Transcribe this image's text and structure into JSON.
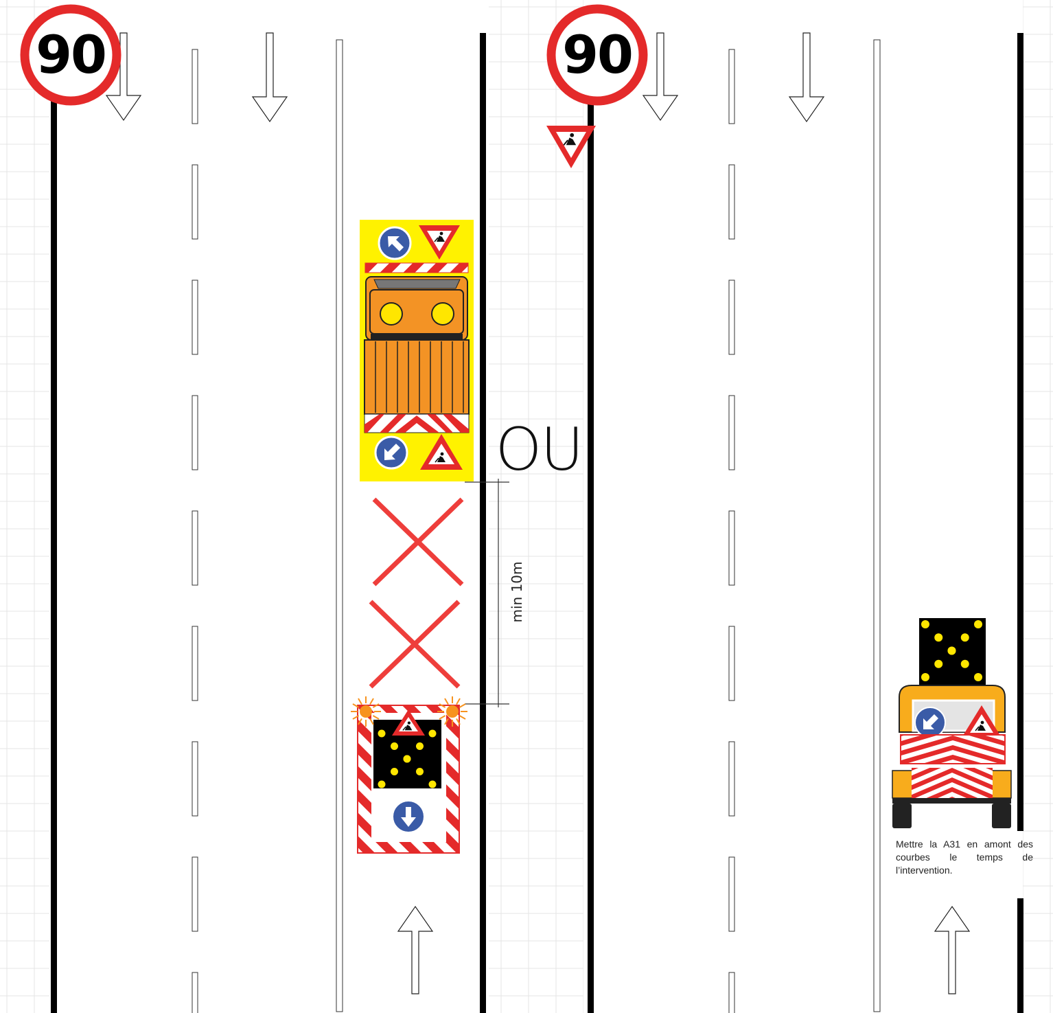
{
  "speed_limit_left": "90",
  "speed_limit_right": "90",
  "separator_label": "OU",
  "dimension_label": "min 10m",
  "note_text": "Mettre la A31 en amont des courbes le temps de l’intervention.",
  "colors": {
    "sign_red": "#e42a2a",
    "panel_yellow": "#fff200",
    "truck_orange": "#f39325",
    "mandatory_blue": "#3a5ba7",
    "led_yellow": "#ffe600",
    "flash_orange": "#f7931e",
    "grid_line": "#d9d9d9"
  },
  "icons": [
    "speed-limit-90-sign",
    "roadworks-triangle-sign",
    "keep-left-arrow-sign",
    "keep-right-arrow-sign",
    "lane-closed-cross",
    "direction-arrow",
    "flashing-light"
  ]
}
